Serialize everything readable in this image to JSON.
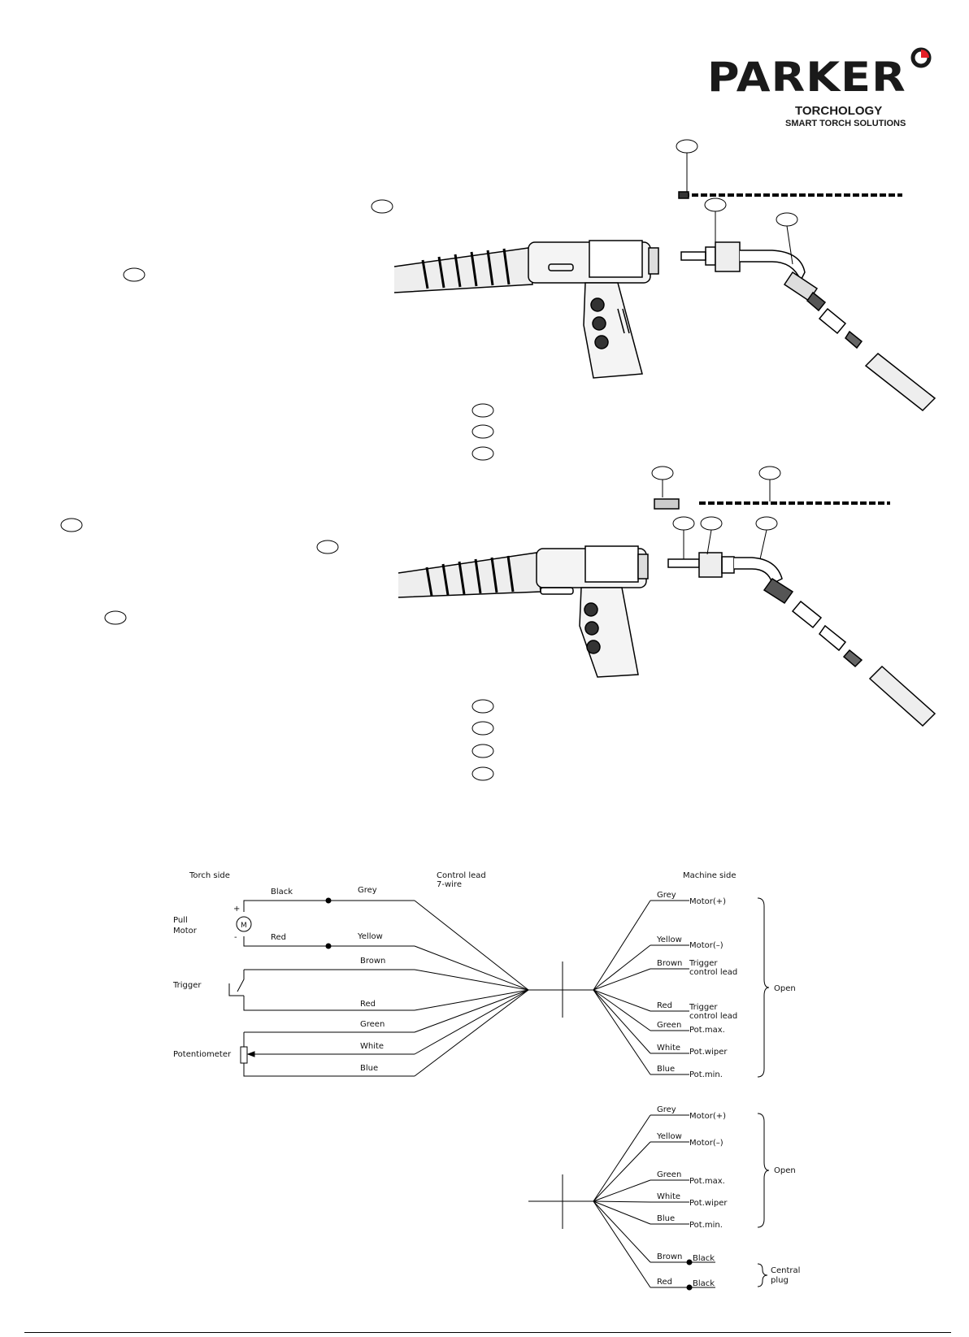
{
  "brand": {
    "name": "PARKER",
    "line1": "TORCHOLOGY",
    "line2": "SMART TORCH SOLUTIONS",
    "accent_color": "#e41e26"
  },
  "wiring": {
    "torch_side": "Torch side",
    "control_lead": "Control lead",
    "control_lead_sub": "7-wire",
    "machine_side": "Machine side",
    "pull_motor_1": "Pull",
    "pull_motor_2": "Motor",
    "motor_symbol": "M",
    "plus": "+",
    "minus": "-",
    "trigger": "Trigger",
    "potentiometer": "Potentiometer",
    "torch_wires": {
      "black": "Black",
      "grey": "Grey",
      "red_motor": "Red",
      "yellow": "Yellow",
      "brown": "Brown",
      "red_trigger": "Red",
      "green": "Green",
      "white": "White",
      "blue": "Blue"
    },
    "machine_a": {
      "grey": "Grey",
      "motor_plus": "Motor(+)",
      "yellow": "Yellow",
      "motor_minus": "Motor(–)",
      "brown": "Brown",
      "trigger1a": "Trigger",
      "trigger1b": "control lead",
      "red": "Red",
      "trigger2a": "Trigger",
      "trigger2b": "control lead",
      "green": "Green",
      "pot_max": "Pot.max.",
      "white": "White",
      "pot_wiper": "Pot.wiper",
      "blue": "Blue",
      "pot_min": "Pot.min.",
      "open": "Open"
    },
    "machine_b": {
      "grey": "Grey",
      "motor_plus": "Motor(+)",
      "yellow": "Yellow",
      "motor_minus": "Motor(–)",
      "green": "Green",
      "pot_max": "Pot.max.",
      "white": "White",
      "pot_wiper": "Pot.wiper",
      "blue": "Blue",
      "pot_min": "Pot.min.",
      "open": "Open",
      "brown": "Brown",
      "black1": "Black",
      "red": "Red",
      "black2": "Black",
      "central1": "Central",
      "central2": "plug"
    }
  }
}
